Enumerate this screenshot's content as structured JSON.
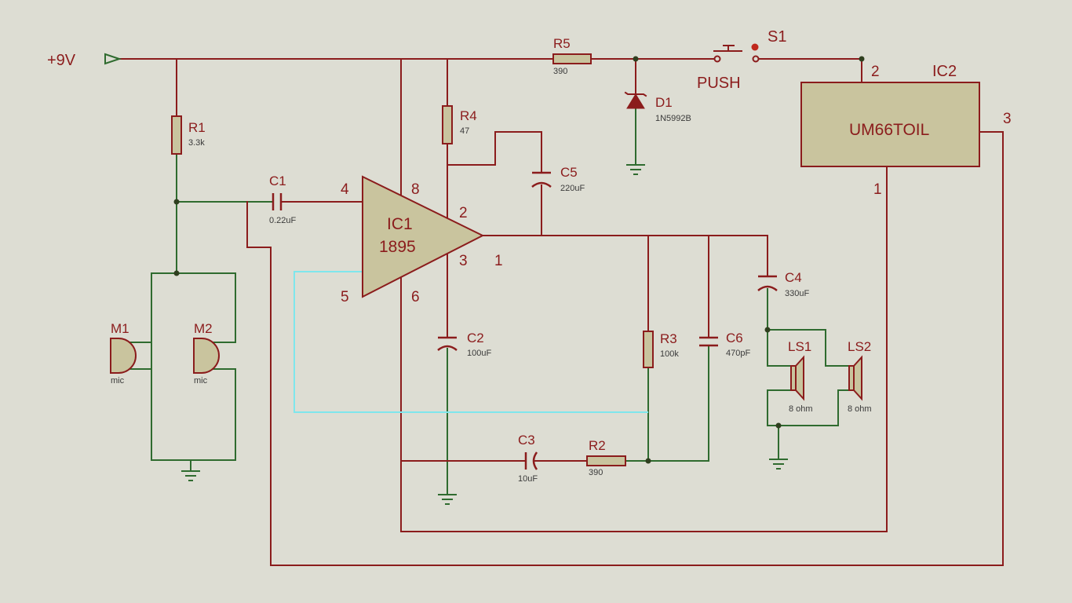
{
  "supply": {
    "label": "+9V"
  },
  "components": {
    "r1": {
      "ref": "R1",
      "value": "3.3k"
    },
    "r2": {
      "ref": "R2",
      "value": "390"
    },
    "r3": {
      "ref": "R3",
      "value": "100k"
    },
    "r4": {
      "ref": "R4",
      "value": "47"
    },
    "r5": {
      "ref": "R5",
      "value": "390"
    },
    "c1": {
      "ref": "C1",
      "value": "0.22uF"
    },
    "c2": {
      "ref": "C2",
      "value": "100uF"
    },
    "c3": {
      "ref": "C3",
      "value": "10uF"
    },
    "c4": {
      "ref": "C4",
      "value": "330uF"
    },
    "c5": {
      "ref": "C5",
      "value": "220uF"
    },
    "c6": {
      "ref": "C6",
      "value": "470pF"
    },
    "d1": {
      "ref": "D1",
      "value": "1N5992B"
    },
    "s1": {
      "ref": "S1",
      "label": "PUSH"
    },
    "m1": {
      "ref": "M1",
      "value": "mic"
    },
    "m2": {
      "ref": "M2",
      "value": "mic"
    },
    "ls1": {
      "ref": "LS1",
      "value": "8 ohm"
    },
    "ls2": {
      "ref": "LS2",
      "value": "8 ohm"
    },
    "ic1": {
      "ref": "IC1",
      "part": "1895",
      "pins": {
        "p4": "4",
        "p8": "8",
        "p2": "2",
        "p3": "3",
        "p1": "1",
        "p5": "5",
        "p6": "6"
      }
    },
    "ic2": {
      "ref": "IC2",
      "part": "UM66TOIL",
      "pins": {
        "p2": "2",
        "p3": "3",
        "p1": "1"
      }
    }
  },
  "colors": {
    "background": "#ddddd3",
    "wire": "#8b1c1c",
    "ground_wire": "#2f6b2f",
    "feedback_wire": "#7fe6ec",
    "body_fill": "#c9c49e"
  }
}
